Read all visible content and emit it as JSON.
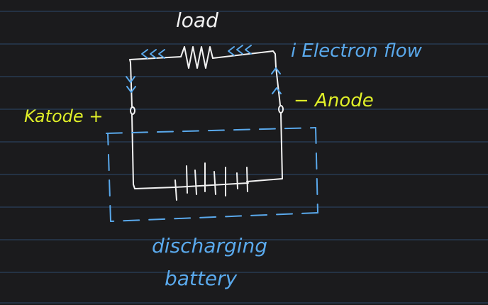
{
  "labels": {
    "load": "load",
    "electron_flow": "i  Electron flow",
    "cathode": "Katode +",
    "anode": "− Anode",
    "discharging": "discharging",
    "battery": "battery"
  },
  "colors": {
    "background": "#1b1b1d",
    "ruled_line": "#2c4a6b",
    "ink_white": "#f2f2f2",
    "ink_blue": "#5aa9ec",
    "ink_yellow": "#e0ef28"
  }
}
